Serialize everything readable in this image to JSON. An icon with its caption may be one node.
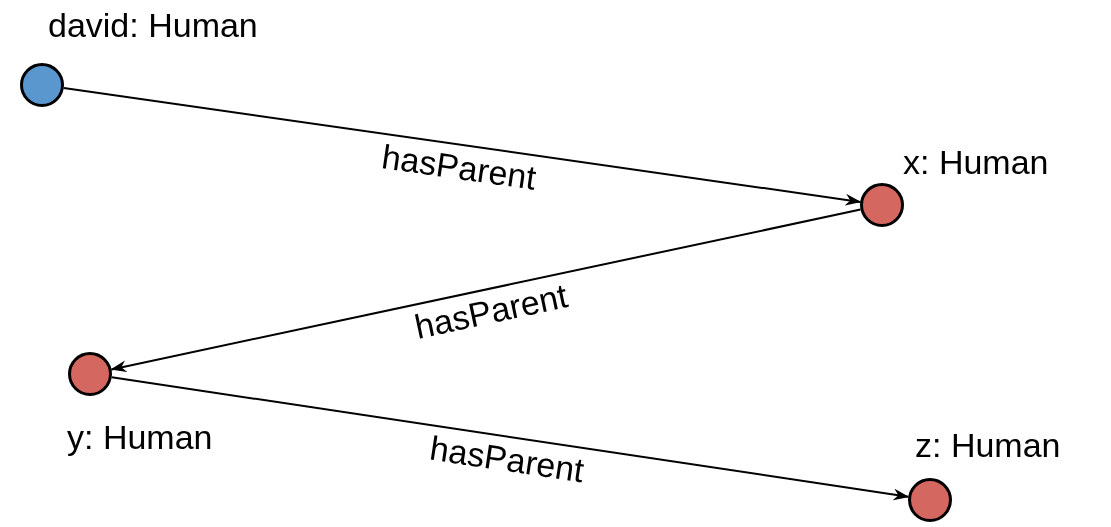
{
  "diagram": {
    "nodes": [
      {
        "text": [
          "david: Human"
        ]
      },
      {
        "text": [
          "x: Human"
        ]
      },
      {
        "text": [
          "y: Human"
        ]
      },
      {
        "text": [
          "z: Human"
        ]
      }
    ],
    "edges": [
      {
        "from": 0,
        "to": 1,
        "arrow": "to",
        "label": "hasParent"
      },
      {
        "from": 1,
        "to": 2,
        "arrow": "to",
        "label": "hasParent"
      },
      {
        "from": 2,
        "to": 3,
        "arrow": "to",
        "label": "hasParent"
      }
    ]
  }
}
